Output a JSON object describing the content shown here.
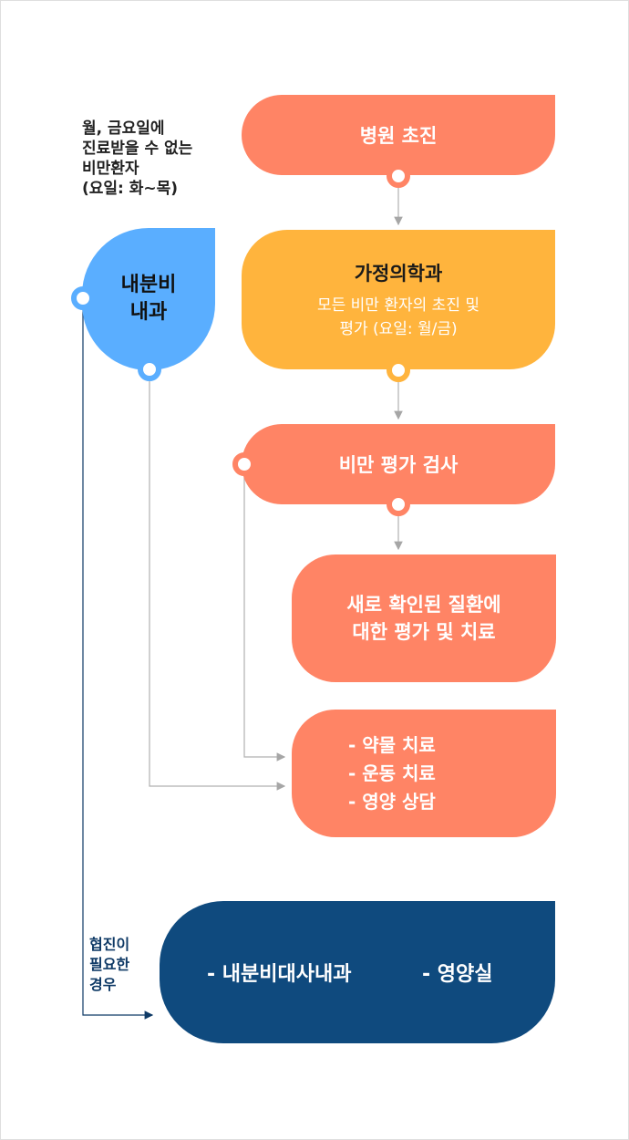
{
  "note": {
    "lines": [
      "월, 금요일에",
      "진료받을 수 없는",
      "비만환자",
      "(요일: 화~목)"
    ]
  },
  "endocrinology": {
    "lines": [
      "내분비",
      "내과"
    ]
  },
  "step1": {
    "label": "병원 초진"
  },
  "step2": {
    "title": "가정의학과",
    "lines": [
      "모든 비만 환자의 초진 및",
      "평가 (요일: 월/금)"
    ]
  },
  "step3": {
    "label": "비만 평가 검사"
  },
  "step4": {
    "lines": [
      "새로 확인된 질환에",
      "대한 평가 및 치료"
    ]
  },
  "step5": {
    "items": [
      "- 약물 치료",
      "- 운동 치료",
      "- 영양 상담"
    ]
  },
  "collab": {
    "side_lines": [
      "협진이",
      "필요한",
      "경우"
    ],
    "items": [
      "- 내분비대사내과",
      "- 영양실"
    ]
  },
  "colors": {
    "salmon": "#ff8465",
    "orange": "#ffb43d",
    "blue": "#5aaeff",
    "navy": "#0f4a7e"
  }
}
